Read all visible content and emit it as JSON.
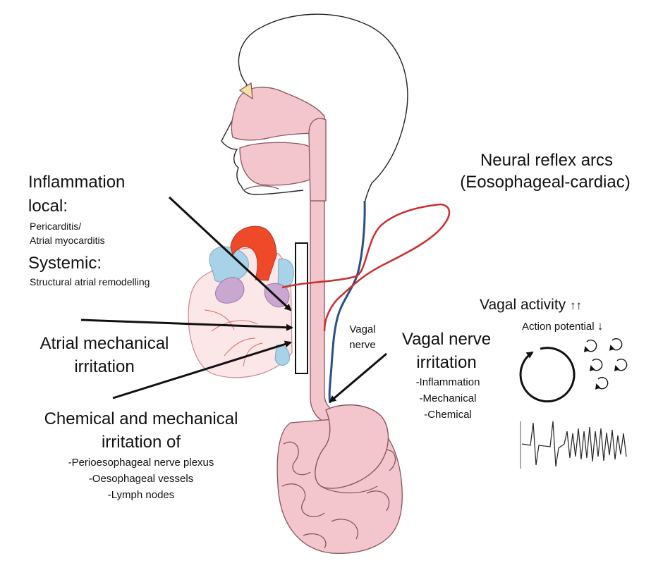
{
  "labels": {
    "neural_reflex_title": "Neural reflex arcs",
    "neural_reflex_sub": "(Eosophageal-cardiac)",
    "inflammation": "Inflammation",
    "local": "local:",
    "pericarditis": "Pericarditis/",
    "atrial_myocarditis": "Atrial myocarditis",
    "systemic": "Systemic:",
    "structural": "Structural atrial remodelling",
    "atrial_mech_1": "Atrial mechanical",
    "atrial_mech_2": "irritation",
    "vagal_label_1": "Vagal",
    "vagal_label_2": "nerve",
    "vagal_irrit_1": "Vagal nerve",
    "vagal_irrit_2": "irritation",
    "vagal_irrit_items": [
      "-Inflammation",
      "-Mechanical",
      "-Chemical"
    ],
    "vagal_activity": "Vagal activity",
    "vagal_activity_arrows": "↑↑",
    "action_potential": "Action potential",
    "action_potential_arrow": "↓",
    "chem_1": "Chemical and mechanical",
    "chem_2": "irritation of",
    "chem_items": [
      "-Perioesophageal nerve plexus",
      "-Oesophageal vessels",
      "-Lymph nodes"
    ]
  },
  "icons": [
    "head-outline-icon",
    "heart-icon",
    "stomach-icon",
    "intestine-icon",
    "reentry-circle-icon",
    "ecg-trace-icon"
  ],
  "colors": {
    "organ_pink": "#f2c6cc",
    "organ_outline": "#8a5560",
    "vagus_blue": "#2b4f86",
    "reflex_red": "#cc2f2f",
    "aorta_red": "#ee4a2a",
    "heart_blue": "#a7d2e8"
  }
}
